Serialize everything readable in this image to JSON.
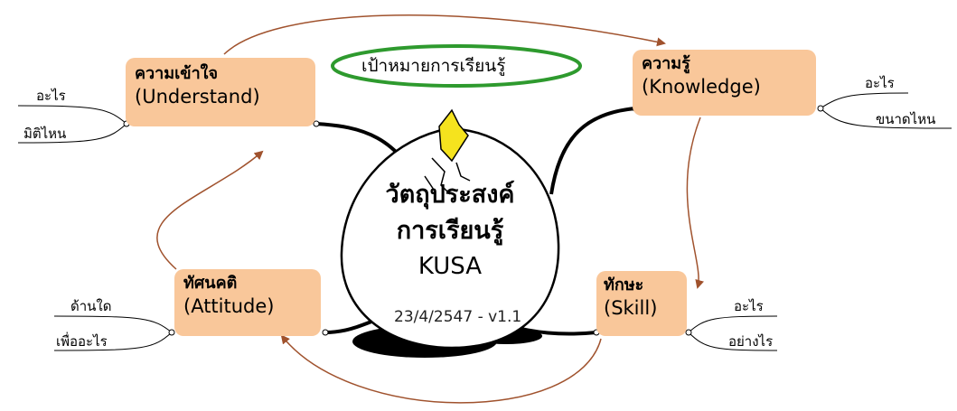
{
  "center": {
    "line1": "วัตถุประสงค์",
    "line2": "การเรียนรู้",
    "line3": "KUSA",
    "version": "23/4/2547 - v1.1"
  },
  "goal_label": "เป้าหมายการเรียนรู้",
  "nodes": {
    "understand": {
      "th": "ความเข้าใจ",
      "en": "(Understand)",
      "leaves": [
        "อะไร",
        "มิติไหน"
      ]
    },
    "knowledge": {
      "th": "ความรู้",
      "en": "(Knowledge)",
      "leaves": [
        "อะไร",
        "ขนาดไหน"
      ]
    },
    "attitude": {
      "th": "ทัศนคติ",
      "en": "(Attitude)",
      "leaves": [
        "ด้านใด",
        "เพื่ออะไร"
      ]
    },
    "skill": {
      "th": "ทักษะ",
      "en": "(Skill)",
      "leaves": [
        "อะไร",
        "อย่างไร"
      ]
    }
  },
  "colors": {
    "box_fill": "#f9c79a",
    "arrow": "#a0522d",
    "goal_oval": "#2e9a2e",
    "connector": "#000000"
  }
}
